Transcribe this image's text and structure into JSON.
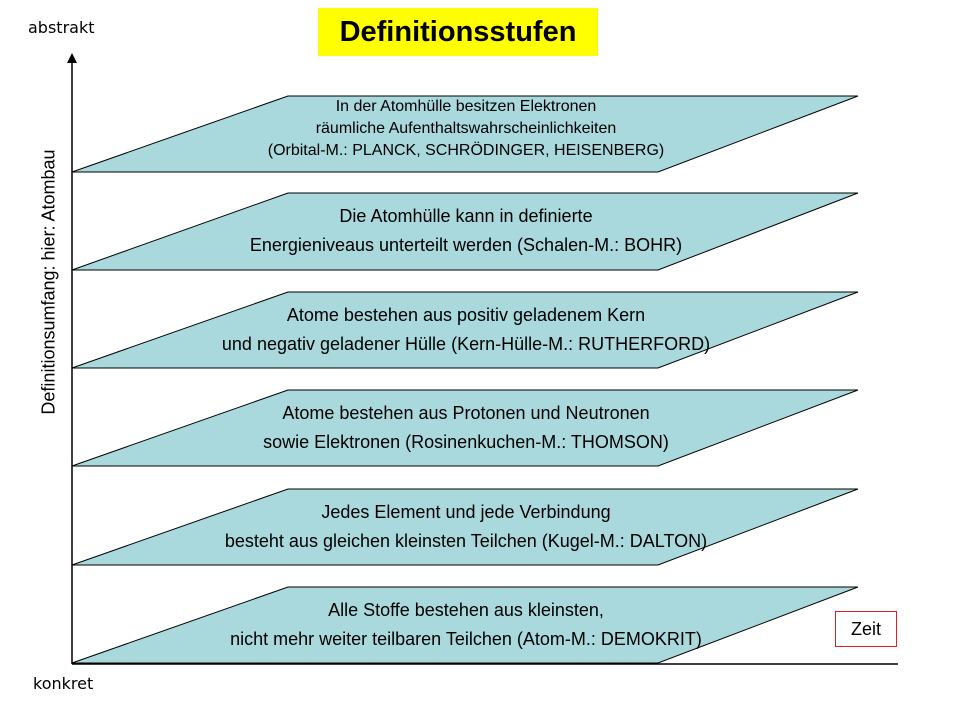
{
  "title": "Definitionsstufen",
  "axis": {
    "top_label": "abstrakt",
    "bottom_label": "konkret",
    "vertical_label": "Definitionsumfang: hier: Atombau",
    "time_label": "Zeit"
  },
  "colors": {
    "title_background": "#ffff00",
    "level_fill": "#a9d9dd",
    "level_stroke": "#000000",
    "time_border": "#e02020"
  },
  "levels": [
    {
      "lines": [
        "In der Atomhülle besitzen Elektronen",
        "räumliche Aufenthaltswahrscheinlichkeiten",
        "(Orbital-M.: PLANCK, SCHRÖDINGER, HEISENBERG)"
      ]
    },
    {
      "lines": [
        "Die Atomhülle kann in definierte",
        "Energieniveaus unterteilt werden (Schalen-M.: BOHR)"
      ]
    },
    {
      "lines": [
        "Atome bestehen aus positiv geladenem Kern",
        "und negativ geladener Hülle (Kern-Hülle-M.: RUTHERFORD)"
      ]
    },
    {
      "lines": [
        "Atome bestehen aus Protonen und Neutronen",
        "sowie Elektronen (Rosinenkuchen-M.: THOMSON)"
      ]
    },
    {
      "lines": [
        "Jedes Element und jede Verbindung",
        "besteht aus gleichen kleinsten Teilchen (Kugel-M.: DALTON)"
      ]
    },
    {
      "lines": [
        "Alle Stoffe bestehen aus kleinsten,",
        "nicht mehr weiter teilbaren Teilchen (Atom-M.: DEMOKRIT)"
      ]
    }
  ]
}
